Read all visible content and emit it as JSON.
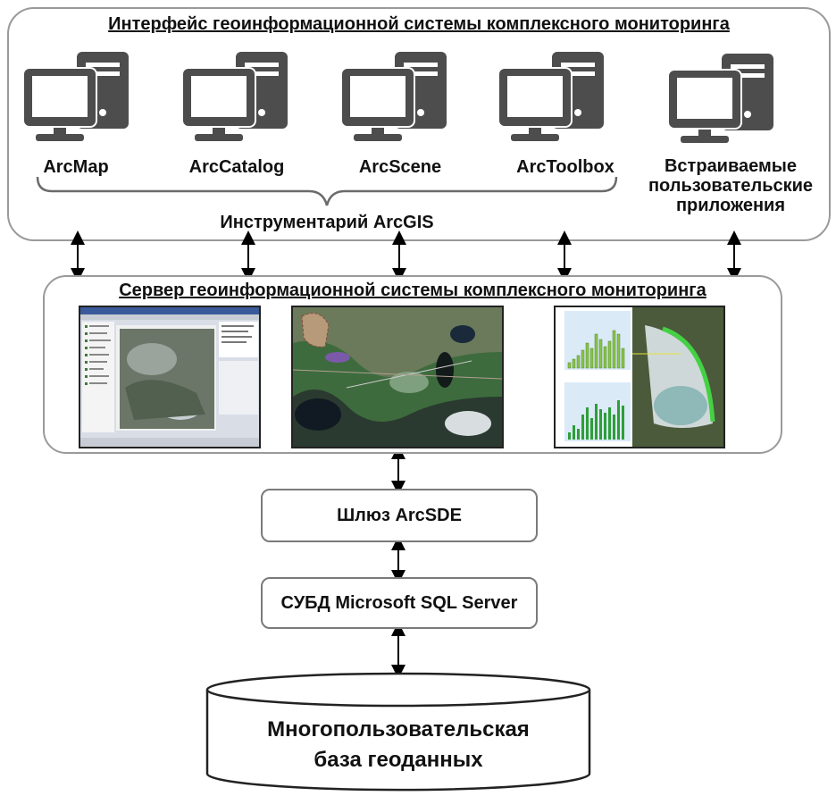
{
  "interface_panel": {
    "title": "Интерфейс геоинформационной системы комплексного мониторинга",
    "tools": [
      {
        "label": "ArcMap",
        "icon": "computer-icon"
      },
      {
        "label": "ArcCatalog",
        "icon": "computer-icon"
      },
      {
        "label": "ArcScene",
        "icon": "computer-icon"
      },
      {
        "label": "ArcToolbox",
        "icon": "computer-icon"
      }
    ],
    "embedded_apps": {
      "line1": "Встраиваемые",
      "line2": "пользовательские",
      "line3": "приложения",
      "icon": "computer-icon"
    },
    "brace_label": "Инструментарий ArcGIS"
  },
  "server_panel": {
    "title": "Сервер геоинформационной системы комплексного мониторинга",
    "screenshots": [
      "arcmap-window-screenshot",
      "satellite-map-screenshot",
      "charts-and-imagery-screenshot"
    ]
  },
  "gateway": {
    "label": "Шлюз ArcSDE"
  },
  "dbms": {
    "label": "СУБД Microsoft SQL Server"
  },
  "database": {
    "line1": "Многопользовательская",
    "line2": "база геоданных"
  },
  "colors": {
    "panel_border": "#9a9a9a",
    "icon": "#4d4d4d",
    "text": "#111111"
  }
}
